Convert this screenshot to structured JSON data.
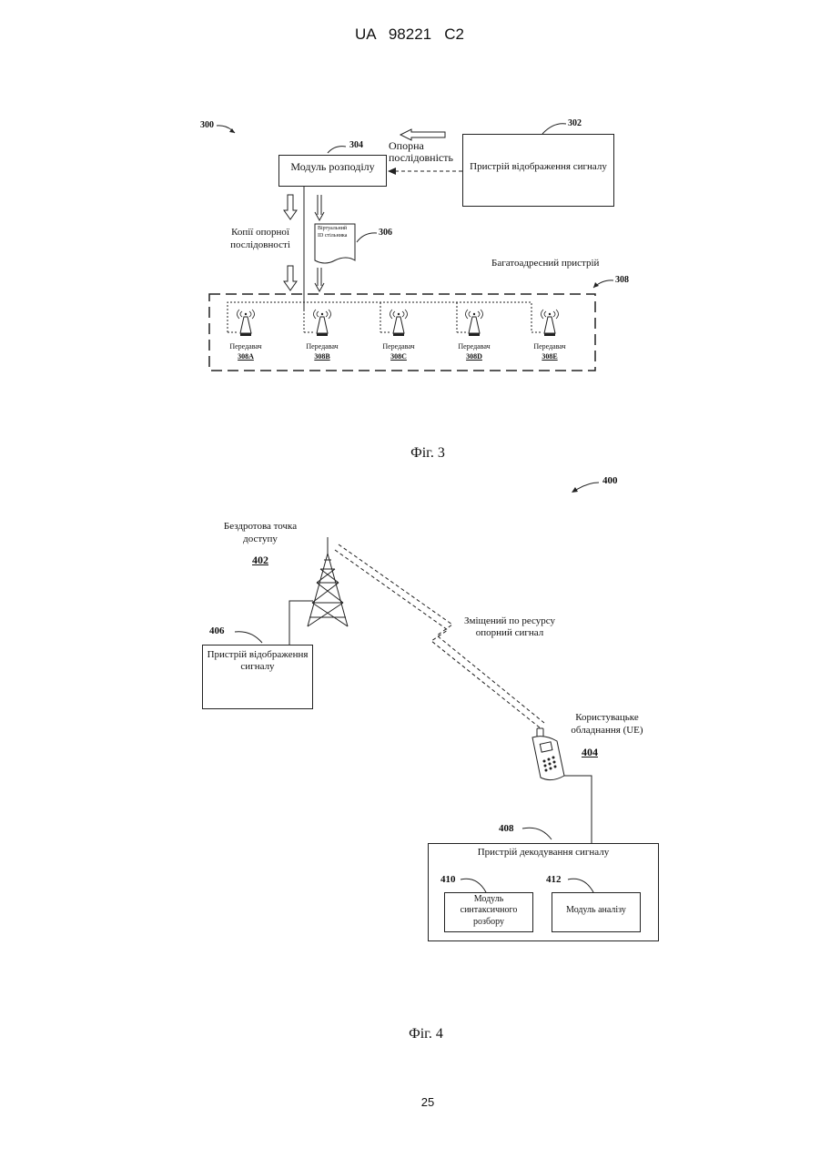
{
  "header": {
    "patent_number": "UA   98221   C2"
  },
  "fig3": {
    "ref_main": "300",
    "ref_display": "302",
    "ref_distribution": "304",
    "ref_virtual_id": "306",
    "ref_multi": "308",
    "distribution_module": "Модуль розподілу",
    "display_device": "Пристрій відображення сигналу",
    "reference_sequence_l1": "Опорна",
    "reference_sequence_l2": "послідовність",
    "copies_l1": "Копії опорної",
    "copies_l2": "послідовності",
    "virtual_id_l1": "Віртуальний",
    "virtual_id_l2": "ID стільника",
    "multi_device": "Багатоадресний пристрій",
    "transmitters": [
      {
        "label": "Передавач",
        "id": "308A"
      },
      {
        "label": "Передавач",
        "id": "308B"
      },
      {
        "label": "Передавач",
        "id": "308C"
      },
      {
        "label": "Передавач",
        "id": "308D"
      },
      {
        "label": "Передавач",
        "id": "308E"
      }
    ],
    "caption": "Фіг. 3"
  },
  "fig4": {
    "ref_main": "400",
    "ref_display": "406",
    "ref_decoder": "408",
    "ref_parse": "410",
    "ref_analysis": "412",
    "access_point_l1": "Бездротова точка",
    "access_point_l2": "доступу",
    "access_point_id": "402",
    "display_l1": "Пристрій відображення",
    "display_l2": "сигналу",
    "signal_l1": "Зміщений по ресурсу",
    "signal_l2": "опорний сигнал",
    "ue_l1": "Користувацьке",
    "ue_l2": "обладнання (UE)",
    "ue_id": "404",
    "decoder": "Пристрій декодування сигналу",
    "parse_l1": "Модуль",
    "parse_l2": "синтаксичного",
    "parse_l3": "розбору",
    "analysis": "Модуль аналізу",
    "caption": "Фіг. 4"
  },
  "footer": {
    "page_number": "25"
  }
}
